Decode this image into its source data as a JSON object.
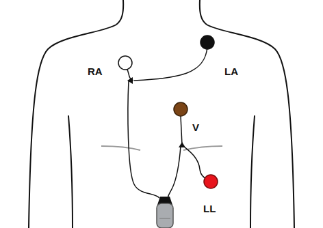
{
  "diagram": {
    "labels": [
      "RA",
      "LA",
      "V",
      "LL"
    ]
  }
}
